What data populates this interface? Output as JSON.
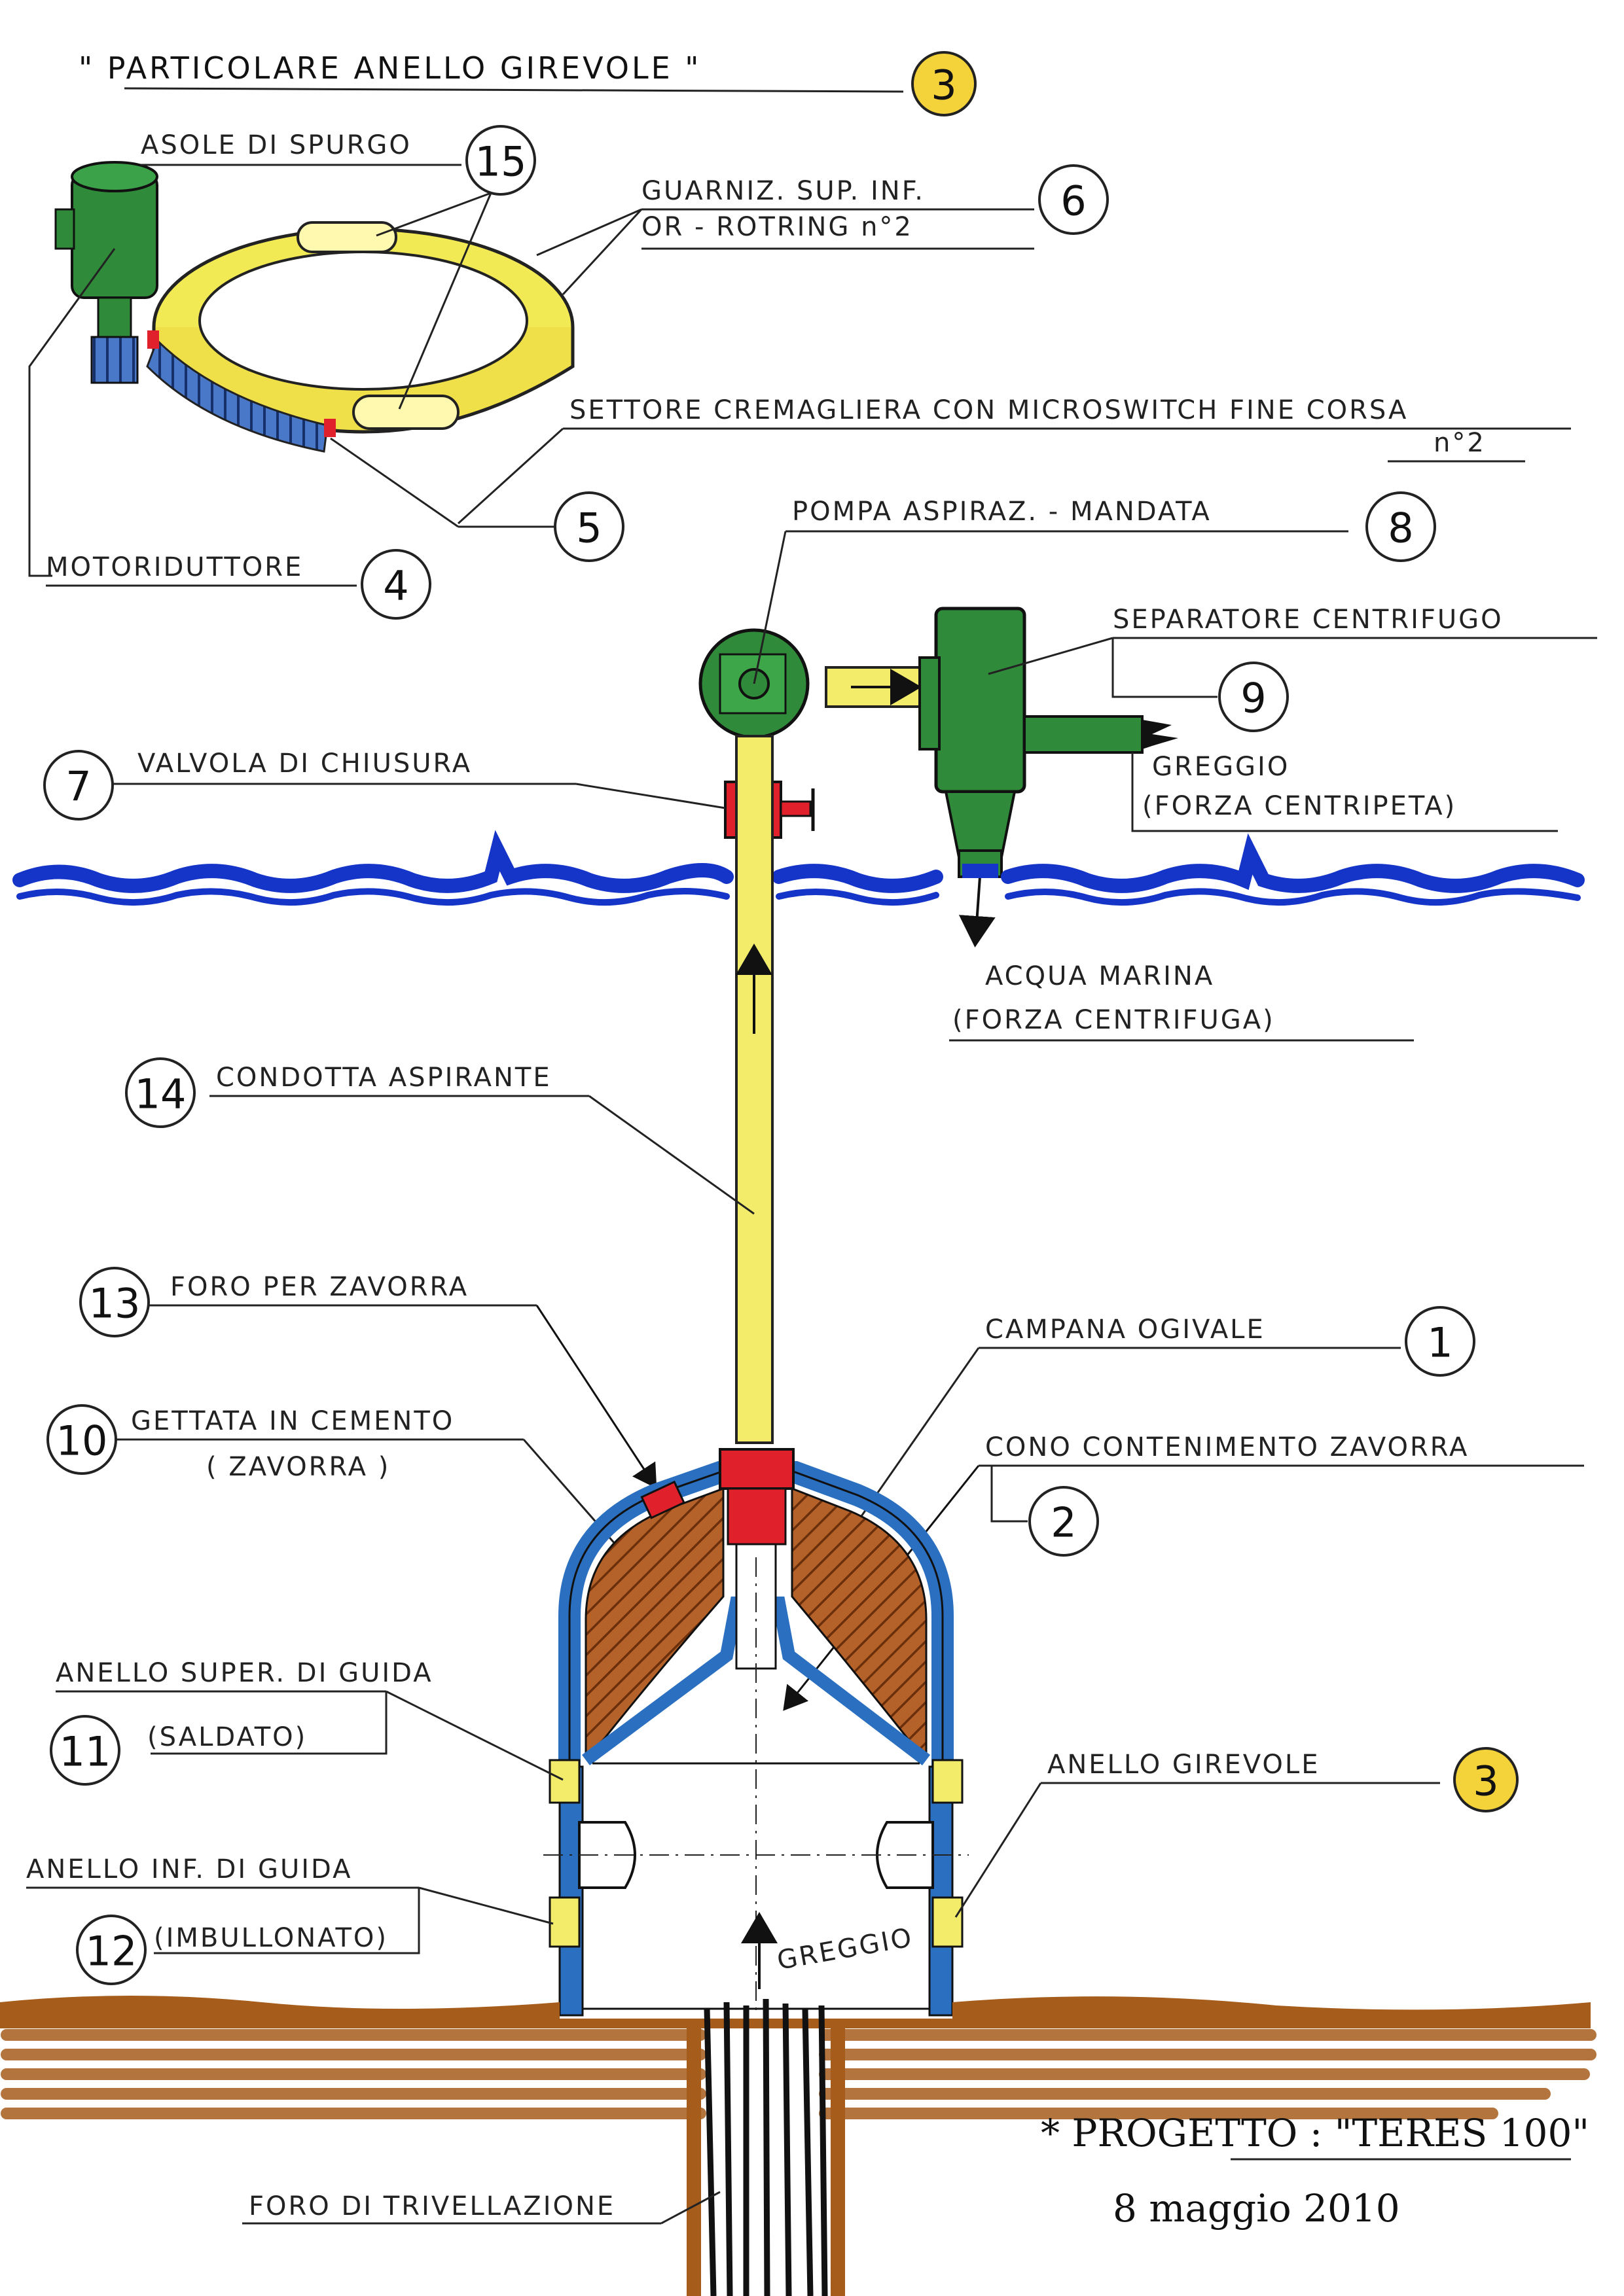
{
  "title": "\" PARTICOLARE ANELLO GIREVOLE \"",
  "title_number": "3",
  "labels": {
    "asole": "ASOLE DI SPURGO",
    "guarniz_1": "GUARNIZ. SUP. INF.",
    "guarniz_2": "OR - ROTRING n°2",
    "settore": "SETTORE CREMAGLIERA CON MICROSWITCH FINE CORSA",
    "settore_2": "n°2",
    "motoriduttore": "MOTORIDUTTORE",
    "pompa": "POMPA ASPIRAZ. - MANDATA",
    "separatore": "SEPARATORE CENTRIFUGO",
    "greggio_out_1": "GREGGIO",
    "greggio_out_2": "(FORZA CENTRIPETA)",
    "valvola": "VALVOLA DI CHIUSURA",
    "acqua_1": "ACQUA MARINA",
    "acqua_2": "(FORZA CENTRIFUGA)",
    "condotta": "CONDOTTA ASPIRANTE",
    "foro_zavorra": "FORO PER ZAVORRA",
    "campana": "CAMPANA OGIVALE",
    "gettata_1": "GETTATA IN CEMENTO",
    "gettata_2": "( ZAVORRA )",
    "cono": "CONO CONTENIMENTO ZAVORRA",
    "anello_sup_1": "ANELLO SUPER. DI GUIDA",
    "anello_sup_2": "(SALDATO)",
    "anello_gir": "ANELLO GIREVOLE",
    "anello_inf_1": "ANELLO INF. DI GUIDA",
    "anello_inf_2": "(IMBULLONATO)",
    "greggio_in": "GREGGIO",
    "foro_triv": "FORO DI TRIVELLAZIONE",
    "progetto": "* PROGETTO : \"TERES 100\"",
    "data": "8 maggio 2010"
  },
  "callouts": {
    "n1": "1",
    "n2": "2",
    "n3": "3",
    "n4": "4",
    "n5": "5",
    "n6": "6",
    "n7": "7",
    "n8": "8",
    "n9": "9",
    "n10": "10",
    "n11": "11",
    "n12": "12",
    "n13": "13",
    "n14": "14",
    "n15": "15"
  },
  "colors": {
    "pipe": "#f3ec6a",
    "ring": "#f2ea55",
    "pump": "#2f8a3a",
    "valve": "#e0202a",
    "sea": "#1534c8",
    "bell": "#3a86cc",
    "ballast": "#9c4e1a",
    "ground": "#a65d1c",
    "highlight": "#f4d23a"
  }
}
